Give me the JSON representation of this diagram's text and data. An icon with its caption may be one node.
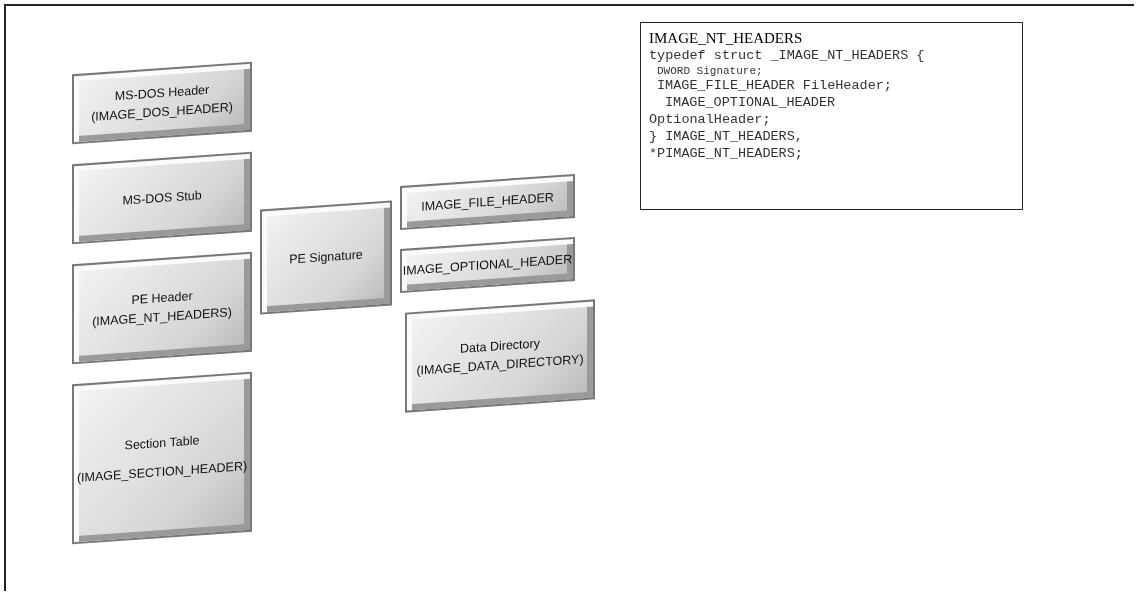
{
  "diagram": {
    "nodes": [
      {
        "text": [
          "MS-DOS Header",
          "(IMAGE_DOS_HEADER)"
        ]
      },
      {
        "text": [
          "MS-DOS Stub"
        ]
      },
      {
        "text": [
          "PE Header",
          "(IMAGE_NT_HEADERS)"
        ]
      },
      {
        "text": [
          "Section Table",
          "(IMAGE_SECTION_HEADER)"
        ]
      },
      {
        "text": [
          "PE Signature"
        ]
      },
      {
        "text": [
          "IMAGE_FILE_HEADER"
        ]
      },
      {
        "text": [
          "IMAGE_OPTIONAL_HEADER"
        ]
      },
      {
        "text": [
          "Data Directory",
          "(IMAGE_DATA_DIRECTORY)"
        ]
      },
      {
        "text": [
          "IMAGE_NT_HEADERS",
          "typedef struct _IMAGE_NT_HEADERS {",
          "DWORD Signature;",
          "IMAGE_FILE_HEADER FileHeader;",
          "IMAGE_OPTIONAL_HEADER OptionalHeader;",
          "} IMAGE_NT_HEADERS, *PIMAGE_NT_HEADERS;"
        ]
      }
    ]
  }
}
